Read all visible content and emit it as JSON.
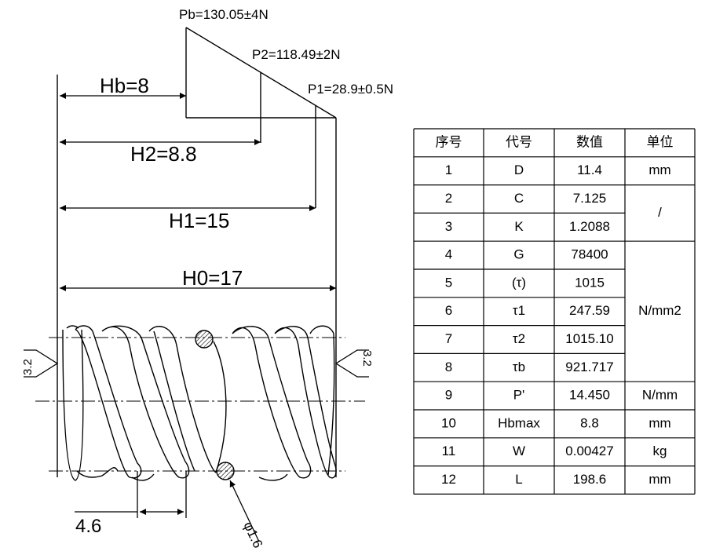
{
  "loads": {
    "pb": "Pb=130.05±4N",
    "p2": "P2=118.49±2N",
    "p1": "P1=28.9±0.5N"
  },
  "heights": {
    "hb": "Hb=8",
    "h2": "H2=8.8",
    "h1": "H1=15",
    "h0": "H0=17"
  },
  "pitch_label": "4.6",
  "wire_label": "φ1.6",
  "roughness_left": "3.2",
  "roughness_right": "3.2",
  "table": {
    "headers": [
      "序号",
      "代号",
      "数值",
      "单位"
    ],
    "rows": [
      {
        "no": "1",
        "code": "D",
        "value": "11.4",
        "unit": "mm"
      },
      {
        "no": "2",
        "code": "C",
        "value": "7.125",
        "unit": "/"
      },
      {
        "no": "3",
        "code": "K",
        "value": "1.2088",
        "unit": ""
      },
      {
        "no": "4",
        "code": "G",
        "value": "78400",
        "unit": "N/mm2"
      },
      {
        "no": "5",
        "code": "(τ)",
        "value": "1015",
        "unit": ""
      },
      {
        "no": "6",
        "code": "τ1",
        "value": "247.59",
        "unit": ""
      },
      {
        "no": "7",
        "code": "τ2",
        "value": "1015.10",
        "unit": ""
      },
      {
        "no": "8",
        "code": "τb",
        "value": "921.717",
        "unit": ""
      },
      {
        "no": "9",
        "code": "P'",
        "value": "14.450",
        "unit": "N/mm"
      },
      {
        "no": "10",
        "code": "Hbmax",
        "value": "8.8",
        "unit": "mm"
      },
      {
        "no": "11",
        "code": "W",
        "value": "0.00427",
        "unit": "kg"
      },
      {
        "no": "12",
        "code": "L",
        "value": "198.6",
        "unit": "mm"
      }
    ]
  }
}
